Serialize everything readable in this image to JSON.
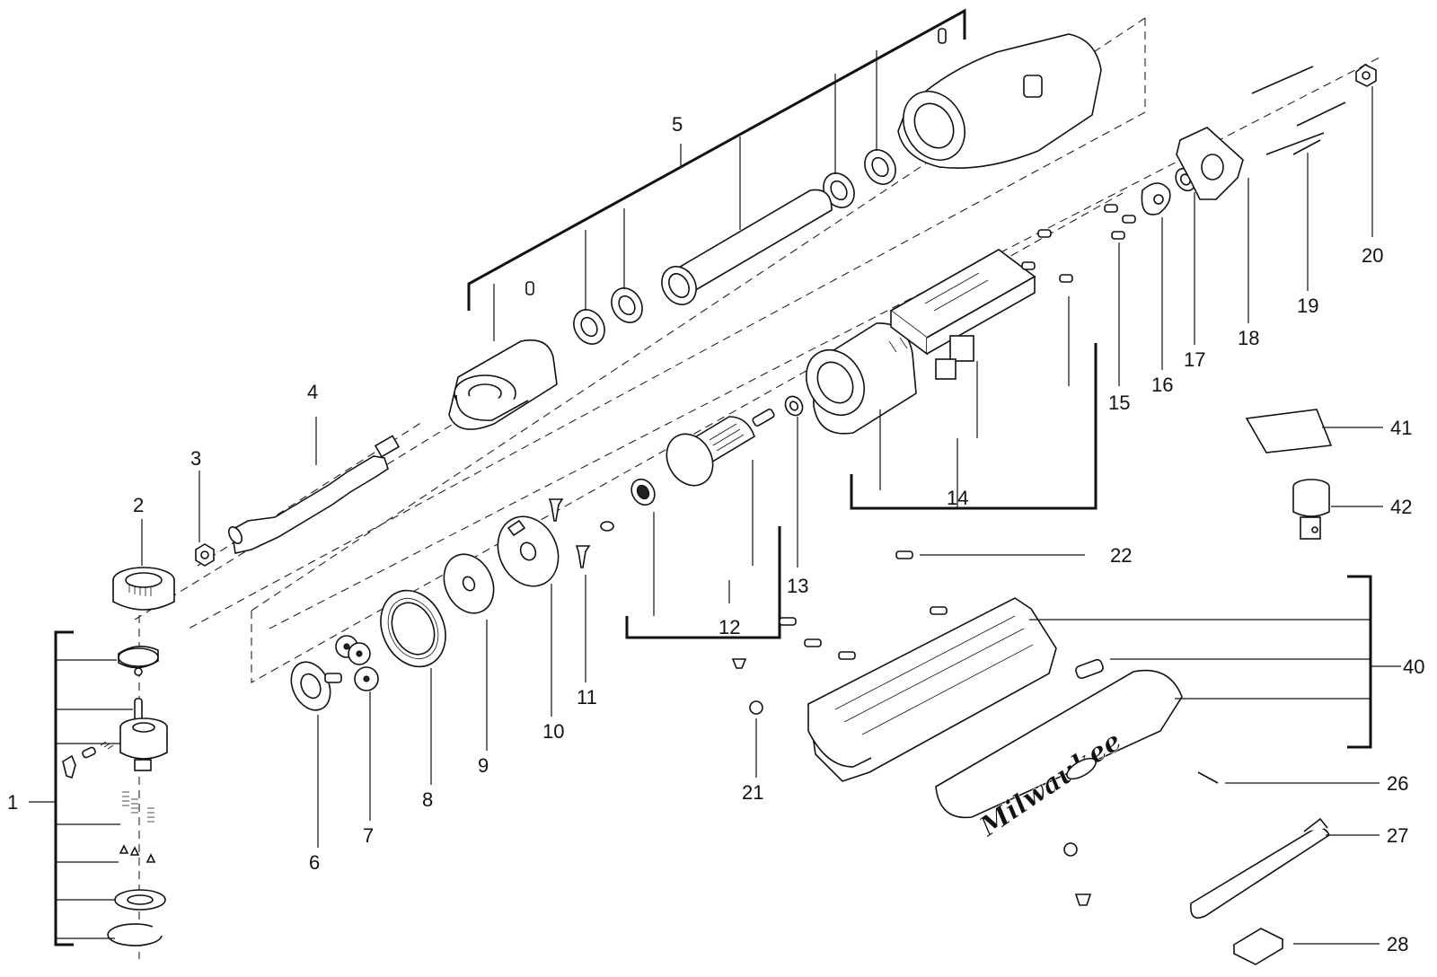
{
  "diagram": {
    "brand_mark": "Milwaukee",
    "callouts": [
      "1",
      "2",
      "3",
      "4",
      "5",
      "6",
      "7",
      "8",
      "9",
      "10",
      "11",
      "12",
      "13",
      "14",
      "15",
      "16",
      "17",
      "18",
      "19",
      "20",
      "21",
      "22",
      "26",
      "27",
      "28",
      "40",
      "41",
      "42"
    ]
  }
}
